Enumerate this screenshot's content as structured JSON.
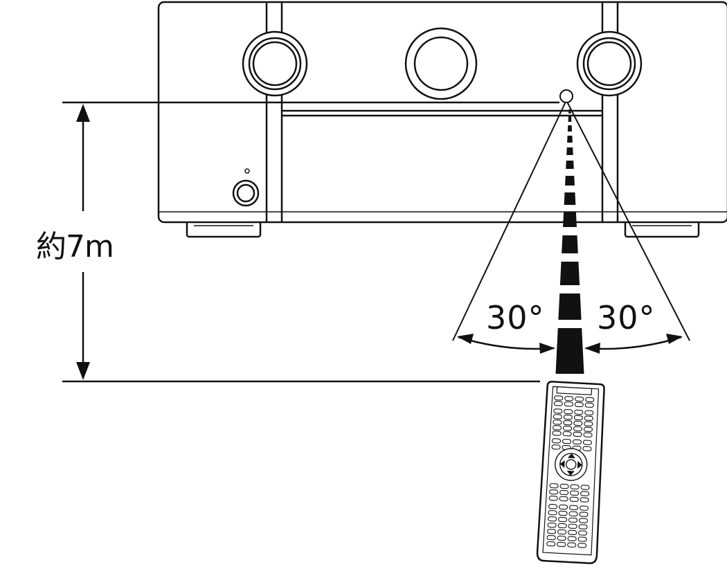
{
  "diagram": {
    "distance_label": "約7m",
    "angle_left_label": "30°",
    "angle_right_label": "30°"
  },
  "colors": {
    "ink": "#111111",
    "background": "#ffffff",
    "front_panel": "#ffffff"
  },
  "icons": {
    "receiver": "av-receiver-front-icon",
    "remote": "remote-control-icon",
    "sensor": "remote-sensor-icon"
  }
}
